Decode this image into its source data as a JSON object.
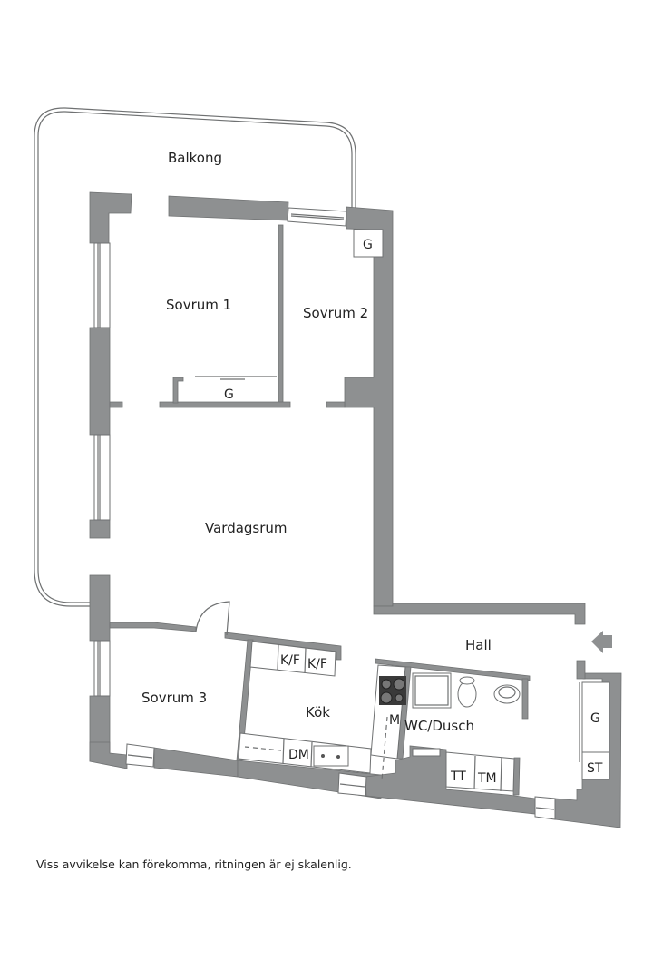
{
  "floorplan": {
    "rooms": {
      "balkong": "Balkong",
      "sovrum1": "Sovrum 1",
      "sovrum2": "Sovrum 2",
      "vardagsrum": "Vardagsrum",
      "sovrum3": "Sovrum 3",
      "kok": "Kök",
      "hall": "Hall",
      "wc": "WC/Dusch"
    },
    "fixtures": {
      "g_sovrum2": "G",
      "g_sovrum1": "G",
      "kf1": "K/F",
      "kf2": "K/F",
      "m": "M",
      "dm": "DM",
      "tt": "TT",
      "tm": "TM",
      "g_hall": "G",
      "st": "ST"
    },
    "colors": {
      "wall": "#8e9091",
      "line": "#6f7172"
    }
  },
  "note": "Viss avvikelse kan förekomma, ritningen är ej skalenlig."
}
